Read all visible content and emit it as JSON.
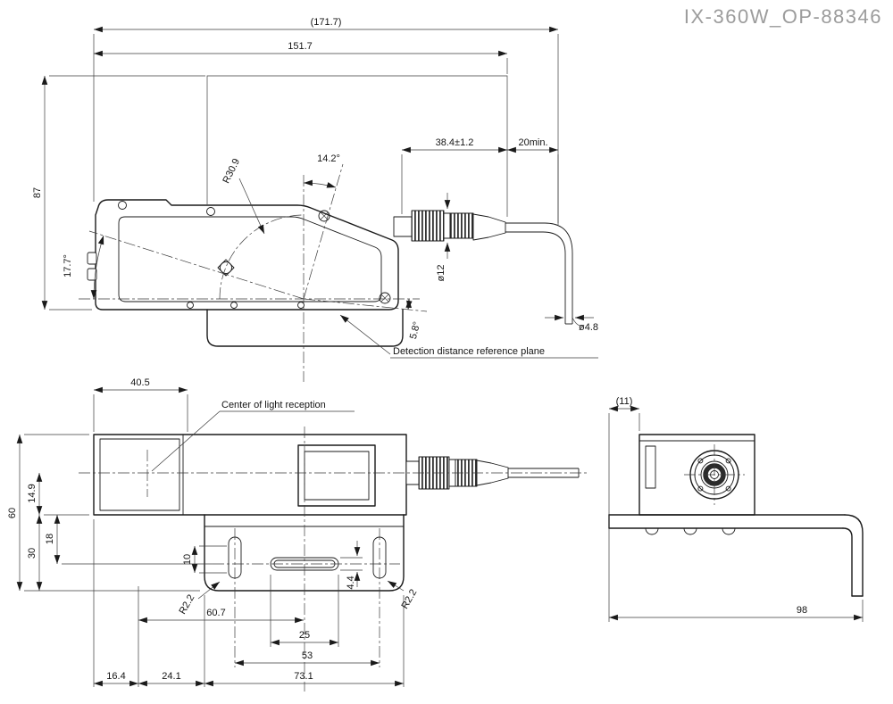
{
  "title_block": {
    "drawing_number": "IX-360W_OP-88346"
  },
  "side_view": {
    "dim_overall_width": "(171.7)",
    "dim_body_width": "151.7",
    "dim_height": "87",
    "dim_connector_length": "38.4±1.2",
    "dim_cable_bend_min": "20min.",
    "angle_top": "14.2°",
    "angle_left": "17.7°",
    "angle_bottom_right": "5.8°",
    "radius_beam": "R30.9",
    "dia_connector": "ø12",
    "dia_cable": "ø4.8",
    "label_detection_plane": "Detection distance reference plane"
  },
  "top_view": {
    "dim_lens_offset": "40.5",
    "label_light_center": "Center of light reception",
    "dim_overall_depth": "60",
    "dim_axis_offset": "14.9",
    "dim_slot_center_offset": "18",
    "dim_bracket_depth": "30",
    "dim_slot_length": "10",
    "dim_slot_width": "4.4",
    "dim_center_offset": "60.7",
    "dim_slot_span": "25",
    "dim_slot_pitch": "53",
    "dim_bracket_width": "73.1",
    "dim_offset_24_1": "24.1",
    "dim_offset_16_4": "16.4",
    "radius_slot_left": "R2.2",
    "radius_slot_right": "R2.2"
  },
  "end_view": {
    "dim_bracket_offset": "(11)",
    "dim_bracket_width": "98"
  },
  "colors": {
    "line": "#1a1a1a",
    "dim_line": "#3a3a3a",
    "title": "#9c9c9c",
    "background": "#ffffff"
  }
}
